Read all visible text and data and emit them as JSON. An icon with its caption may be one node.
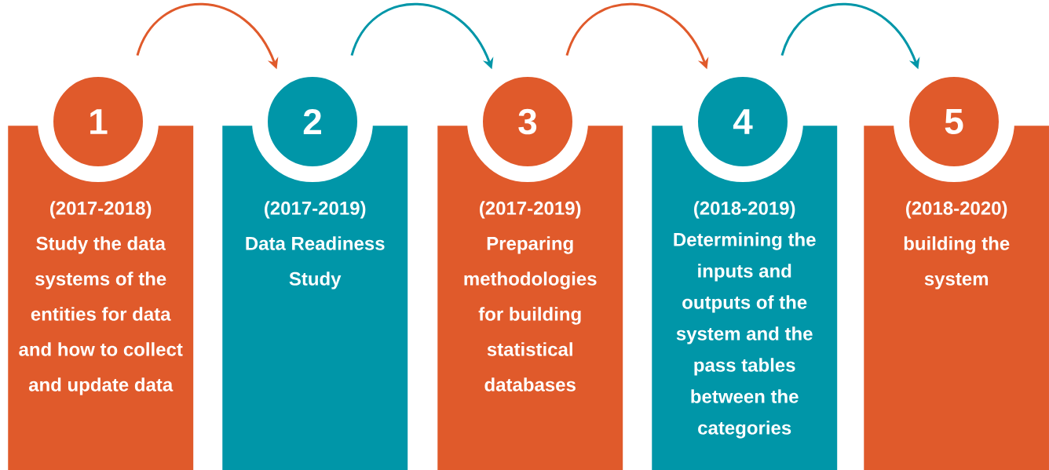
{
  "diagram": {
    "nodes": [
      {
        "text": [
          "(2017-2018)",
          "Study the data systems of the entities for data and how to collect and update data"
        ]
      },
      {
        "text": [
          "(2017-2019)",
          "Data Readiness Study"
        ]
      },
      {
        "text": [
          "(2017-2019)",
          "Preparing methodologies for building statistical databases"
        ]
      },
      {
        "text": [
          "(2018-2019)",
          "Determining the inputs and outputs of the system and the pass tables between the categories"
        ]
      },
      {
        "text": [
          "(2018-2020)",
          "building the system"
        ]
      },
      {
        "text": [
          "1"
        ]
      },
      {
        "text": [
          "2"
        ]
      },
      {
        "text": [
          "3"
        ]
      },
      {
        "text": [
          "4"
        ]
      },
      {
        "text": [
          "5"
        ]
      }
    ],
    "edges": [
      {
        "from": 5,
        "to": 6,
        "arrow": "to",
        "color": "#e05a2b"
      },
      {
        "from": 6,
        "to": 7,
        "arrow": "to",
        "color": "#0096a8"
      },
      {
        "from": 7,
        "to": 8,
        "arrow": "to",
        "color": "#e05a2b"
      },
      {
        "from": 8,
        "to": 9,
        "arrow": "to",
        "color": "#0096a8"
      }
    ]
  }
}
